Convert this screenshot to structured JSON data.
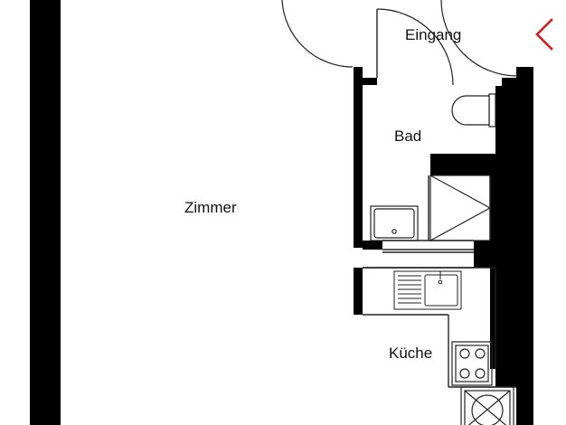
{
  "rooms": {
    "zimmer": "Zimmer",
    "eingang": "Eingang",
    "bad": "Bad",
    "kueche": "Küche"
  },
  "colors": {
    "wall": "#000000",
    "line": "#222222",
    "accent": "#cc1f24",
    "background": "#ffffff"
  },
  "nav": {
    "back_icon": "chevron-left-icon"
  }
}
